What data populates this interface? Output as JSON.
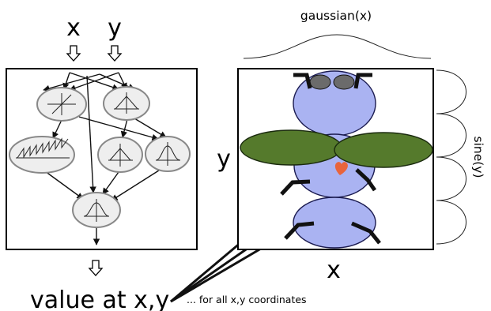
{
  "graph": {
    "input_x": "x",
    "input_y": "y",
    "output": "value at x,y",
    "output_note": "... for all x,y coordinates"
  },
  "canvas": {
    "xlabel": "x",
    "ylabel": "y",
    "top_curve_label": "gaussian(x)",
    "right_curve_label": "sine(y)"
  },
  "colors": {
    "body": "#aab3f2",
    "wings": "#557a2c",
    "eyes": "#6b6b6b",
    "heart": "#e8643c"
  },
  "icons": [
    "down-arrow-icon",
    "heart-icon"
  ]
}
